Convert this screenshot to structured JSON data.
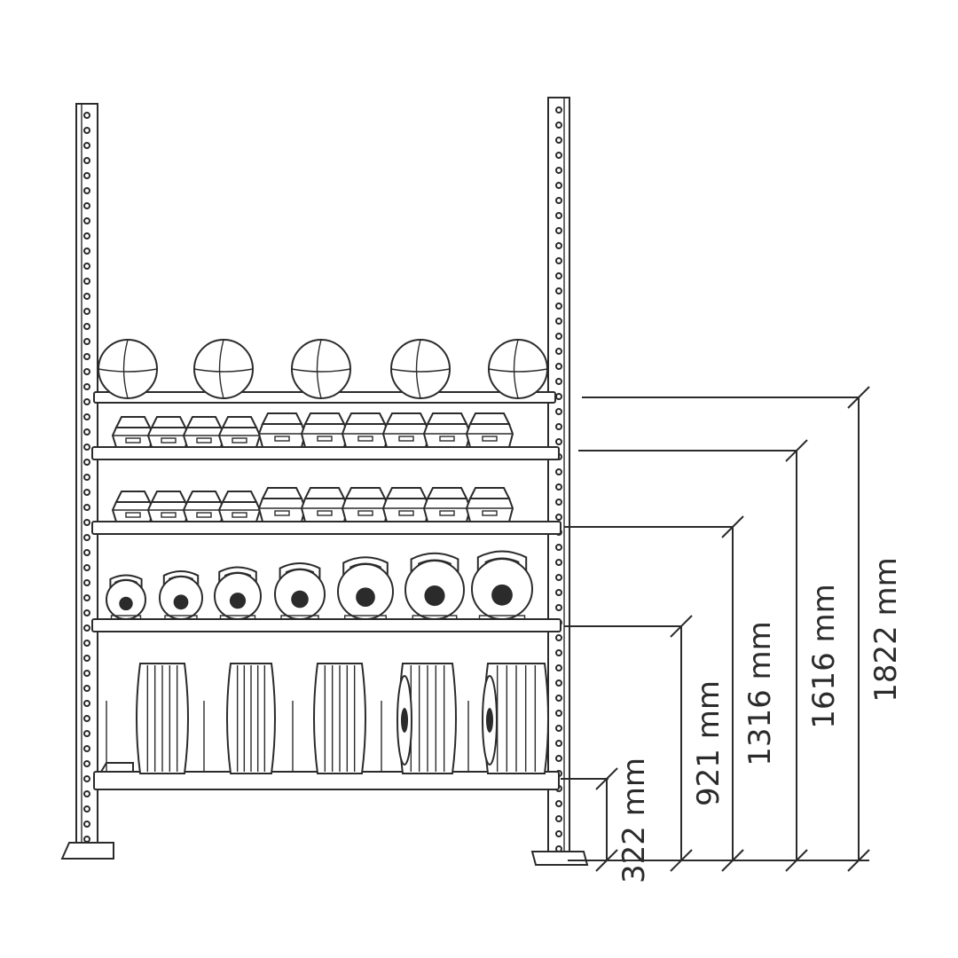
{
  "dimensions": [
    {
      "key": "d322",
      "label": "322 mm"
    },
    {
      "key": "d921",
      "label": "921 mm"
    },
    {
      "key": "d1316",
      "label": "1316 mm"
    },
    {
      "key": "d1616",
      "label": "1616 mm"
    },
    {
      "key": "d1822",
      "label": "1822 mm"
    }
  ],
  "shelves": [
    {
      "name": "medicine-balls",
      "count": 5
    },
    {
      "name": "hex-dumbbells-top",
      "count": 10
    },
    {
      "name": "hex-dumbbells-lower",
      "count": 10
    },
    {
      "name": "kettlebells",
      "count": 7
    },
    {
      "name": "bumper-plates",
      "count": 5
    }
  ]
}
